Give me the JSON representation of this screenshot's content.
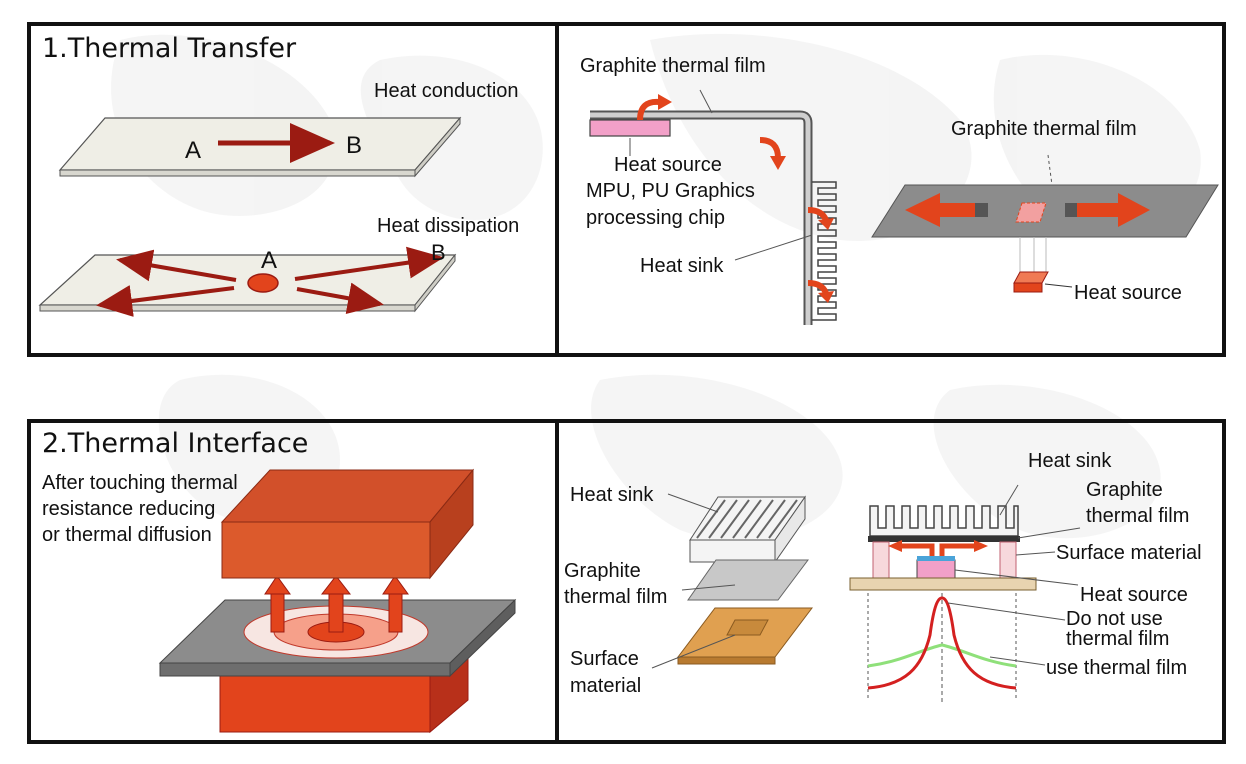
{
  "panel1": {
    "title": "1.Thermal Transfer",
    "heat_conduction": "Heat conduction",
    "point_a_top": "A",
    "point_b_top": "B",
    "heat_dissipation": "Heat dissipation",
    "point_a_bottom": "A",
    "point_b_bottom": "B"
  },
  "panel2": {
    "graphite_film_left": "Graphite thermal film",
    "heat_source_line1": "Heat source",
    "heat_source_line2": "MPU, PU Graphics",
    "heat_source_line3": "processing chip",
    "heat_sink": "Heat sink",
    "graphite_film_right": "Graphite thermal film",
    "heat_source_right": "Heat source"
  },
  "panel3": {
    "title": "2.Thermal Interface",
    "desc_line1": "After touching thermal",
    "desc_line2": "resistance reducing",
    "desc_line3": "or thermal diffusion"
  },
  "panel4": {
    "heat_sink_left": "Heat sink",
    "graphite_line1": "Graphite",
    "graphite_line2": "thermal film",
    "surface_line1": "Surface",
    "surface_line2": "material",
    "heat_sink_right": "Heat sink",
    "graphite_right_line1": "Graphite",
    "graphite_right_line2": "thermal film",
    "surface_material_right": "Surface material",
    "heat_source": "Heat source",
    "no_film_line1": "Do not use",
    "no_film_line2": "thermal film",
    "use_film": "use thermal film"
  },
  "colors": {
    "arrow_red": "#e2441c",
    "dark_red": "#9b1b12",
    "block_orange": "#dc5a2c",
    "pink": "#f2a0c8",
    "plate_gray": "#8c8c8c",
    "curve_red": "#d42020",
    "curve_green": "#8fe07a"
  }
}
